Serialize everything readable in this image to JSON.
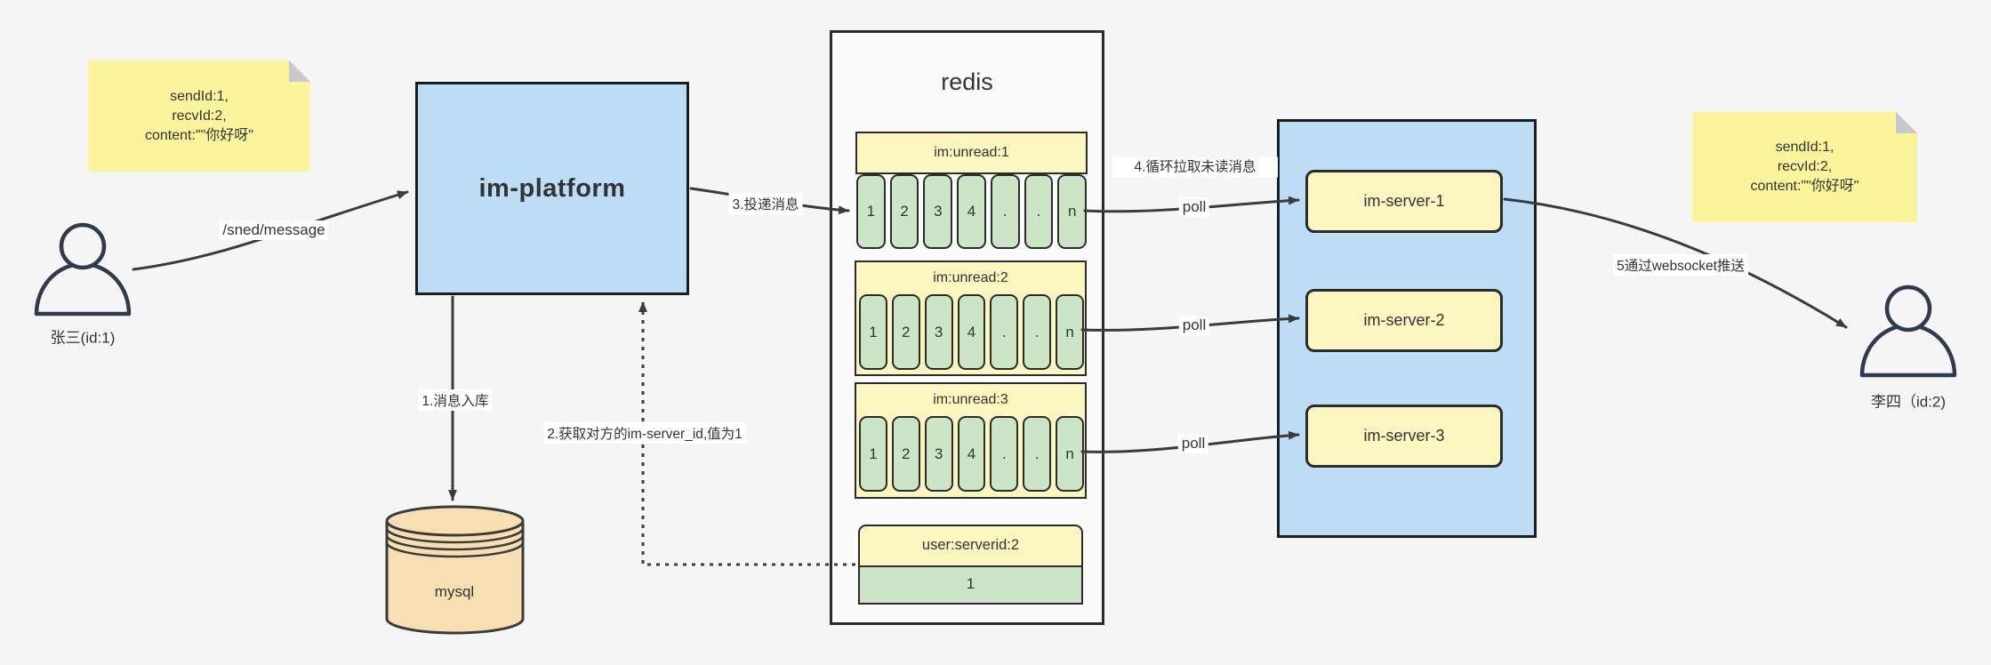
{
  "page": {
    "background": "#f5f5f5"
  },
  "colors": {
    "accent_blue": "#bcddf5",
    "note_yellow": "#faf49d",
    "queue_yellow": "#fbf5c0",
    "cell_green": "#cce5c7",
    "db_tan": "#f8dfb3",
    "line": "#3b3b3b"
  },
  "actors": {
    "sender": {
      "label": "张三(id:1)"
    },
    "receiver": {
      "label": "李四（id:2)"
    }
  },
  "notes": {
    "left": {
      "line1": "sendId:1,",
      "line2": "recvId:2,",
      "line3": "content:\"\"你好呀\""
    },
    "right": {
      "line1": "sendId:1,",
      "line2": "recvId:2,",
      "line3": "content:\"\"你好呀\""
    }
  },
  "platform": {
    "label": "im-platform"
  },
  "database": {
    "label": "mysql"
  },
  "redis": {
    "title": "redis",
    "queues": [
      {
        "header": "im:unread:1",
        "cells": [
          "1",
          "2",
          "3",
          "4",
          ".",
          ".",
          "n"
        ]
      },
      {
        "header": "im:unread:2",
        "cells": [
          "1",
          "2",
          "3",
          "4",
          ".",
          ".",
          "n"
        ]
      },
      {
        "header": "im:unread:3",
        "cells": [
          "1",
          "2",
          "3",
          "4",
          ".",
          ".",
          "n"
        ]
      }
    ],
    "mapping": {
      "header": "user:serverid:2",
      "value": "1"
    }
  },
  "servers": {
    "items": [
      {
        "label": "im-server-1"
      },
      {
        "label": "im-server-2"
      },
      {
        "label": "im-server-3"
      }
    ]
  },
  "edges": {
    "send_label": "/sned/message",
    "store_label": "1.消息入库",
    "lookup_label": "2.获取对方的im-server_id,值为1",
    "deliver_label": "3.投递消息",
    "poll_note_label": "4.循环拉取未读消息",
    "poll1_label": "poll",
    "poll2_label": "poll",
    "poll3_label": "poll",
    "push_label": "5通过websocket推送"
  }
}
